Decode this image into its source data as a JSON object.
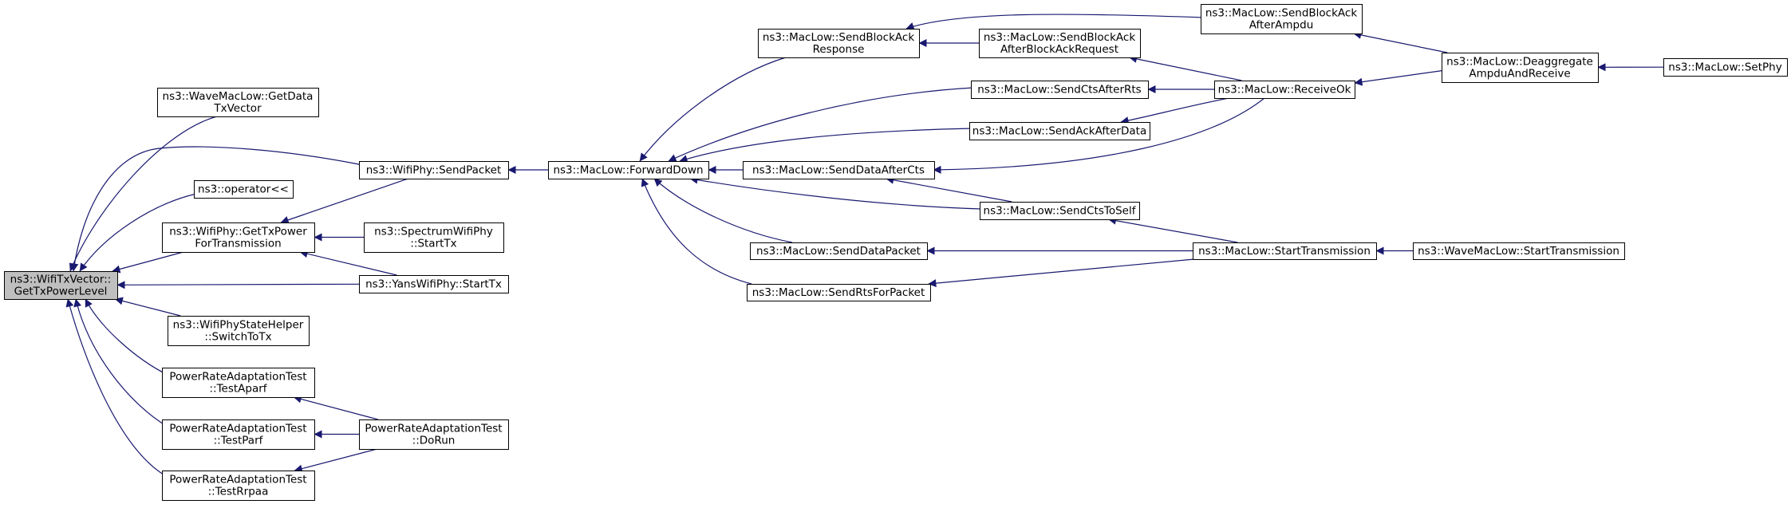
{
  "style": {
    "edge_color": "#191970",
    "node_border": "#000000",
    "node_fill": "#ffffff",
    "root_fill": "#bfbfbf"
  },
  "nodes": [
    {
      "id": "root",
      "lines": [
        "ns3::WifiTxVector::",
        "GetTxPowerLevel"
      ],
      "highlight": true
    },
    {
      "id": "wave_getdata",
      "lines": [
        "ns3::WaveMacLow::GetData",
        "TxVector"
      ]
    },
    {
      "id": "operator",
      "lines": [
        "ns3::operator<<"
      ]
    },
    {
      "id": "gettxpower",
      "lines": [
        "ns3::WifiPhy::GetTxPower",
        "ForTransmission"
      ]
    },
    {
      "id": "switchtotx",
      "lines": [
        "ns3::WifiPhyStateHelper",
        "::SwitchToTx"
      ]
    },
    {
      "id": "testaparf",
      "lines": [
        "PowerRateAdaptationTest",
        "::TestAparf"
      ]
    },
    {
      "id": "testparf",
      "lines": [
        "PowerRateAdaptationTest",
        "::TestParf"
      ]
    },
    {
      "id": "testrrpaa",
      "lines": [
        "PowerRateAdaptationTest",
        "::TestRrpaa"
      ]
    },
    {
      "id": "sendpacket",
      "lines": [
        "ns3::WifiPhy::SendPacket"
      ]
    },
    {
      "id": "spectrum_starttx",
      "lines": [
        "ns3::SpectrumWifiPhy",
        "::StartTx"
      ]
    },
    {
      "id": "yans_starttx",
      "lines": [
        "ns3::YansWifiPhy::StartTx"
      ]
    },
    {
      "id": "dorun",
      "lines": [
        "PowerRateAdaptationTest",
        "::DoRun"
      ]
    },
    {
      "id": "forwarddown",
      "lines": [
        "ns3::MacLow::ForwardDown"
      ]
    },
    {
      "id": "sendblockackresp",
      "lines": [
        "ns3::MacLow::SendBlockAck",
        "Response"
      ]
    },
    {
      "id": "senddataaftercts",
      "lines": [
        "ns3::MacLow::SendDataAfterCts"
      ]
    },
    {
      "id": "senddatapacket",
      "lines": [
        "ns3::MacLow::SendDataPacket"
      ]
    },
    {
      "id": "sendrtsforpacket",
      "lines": [
        "ns3::MacLow::SendRtsForPacket"
      ]
    },
    {
      "id": "sendblockackafterbar",
      "lines": [
        "ns3::MacLow::SendBlockAck",
        "AfterBlockAckRequest"
      ]
    },
    {
      "id": "sendctsafterrts",
      "lines": [
        "ns3::MacLow::SendCtsAfterRts"
      ]
    },
    {
      "id": "sendackafterdata",
      "lines": [
        "ns3::MacLow::SendAckAfterData"
      ]
    },
    {
      "id": "sendctstoself",
      "lines": [
        "ns3::MacLow::SendCtsToSelf"
      ]
    },
    {
      "id": "sendblockackafterampdu",
      "lines": [
        "ns3::MacLow::SendBlockAck",
        "AfterAmpdu"
      ]
    },
    {
      "id": "receiveok",
      "lines": [
        "ns3::MacLow::ReceiveOk"
      ]
    },
    {
      "id": "starttransmission",
      "lines": [
        "ns3::MacLow::StartTransmission"
      ]
    },
    {
      "id": "deaggregate",
      "lines": [
        "ns3::MacLow::Deaggregate",
        "AmpduAndReceive"
      ]
    },
    {
      "id": "wave_starttransmission",
      "lines": [
        "ns3::WaveMacLow::StartTransmission"
      ]
    },
    {
      "id": "setphy",
      "lines": [
        "ns3::MacLow::SetPhy"
      ]
    }
  ],
  "edges": [
    {
      "from": "wave_getdata",
      "to": "root"
    },
    {
      "from": "sendpacket",
      "to": "root"
    },
    {
      "from": "operator",
      "to": "root"
    },
    {
      "from": "gettxpower",
      "to": "root"
    },
    {
      "from": "yans_starttx",
      "to": "root"
    },
    {
      "from": "switchtotx",
      "to": "root"
    },
    {
      "from": "testaparf",
      "to": "root"
    },
    {
      "from": "testparf",
      "to": "root"
    },
    {
      "from": "testrrpaa",
      "to": "root"
    },
    {
      "from": "sendpacket",
      "to": "gettxpower"
    },
    {
      "from": "spectrum_starttx",
      "to": "gettxpower"
    },
    {
      "from": "yans_starttx",
      "to": "gettxpower"
    },
    {
      "from": "dorun",
      "to": "testaparf"
    },
    {
      "from": "dorun",
      "to": "testparf"
    },
    {
      "from": "dorun",
      "to": "testrrpaa"
    },
    {
      "from": "forwarddown",
      "to": "sendpacket"
    },
    {
      "from": "sendblockackresp",
      "to": "forwarddown"
    },
    {
      "from": "sendctsafterrts",
      "to": "forwarddown"
    },
    {
      "from": "sendackafterdata",
      "to": "forwarddown"
    },
    {
      "from": "senddataaftercts",
      "to": "forwarddown"
    },
    {
      "from": "sendctstoself",
      "to": "forwarddown"
    },
    {
      "from": "senddatapacket",
      "to": "forwarddown"
    },
    {
      "from": "sendrtsforpacket",
      "to": "forwarddown"
    },
    {
      "from": "sendblockackafterbar",
      "to": "sendblockackresp"
    },
    {
      "from": "sendblockackafterampdu",
      "to": "sendblockackresp"
    },
    {
      "from": "sendctstoself",
      "to": "senddataaftercts"
    },
    {
      "from": "receiveok",
      "to": "senddataaftercts"
    },
    {
      "from": "receiveok",
      "to": "sendblockackafterbar"
    },
    {
      "from": "receiveok",
      "to": "sendctsafterrts"
    },
    {
      "from": "receiveok",
      "to": "sendackafterdata"
    },
    {
      "from": "starttransmission",
      "to": "sendctstoself"
    },
    {
      "from": "starttransmission",
      "to": "senddatapacket"
    },
    {
      "from": "starttransmission",
      "to": "sendrtsforpacket"
    },
    {
      "from": "deaggregate",
      "to": "sendblockackafterampdu"
    },
    {
      "from": "deaggregate",
      "to": "receiveok"
    },
    {
      "from": "setphy",
      "to": "deaggregate"
    },
    {
      "from": "wave_starttransmission",
      "to": "starttransmission"
    }
  ]
}
